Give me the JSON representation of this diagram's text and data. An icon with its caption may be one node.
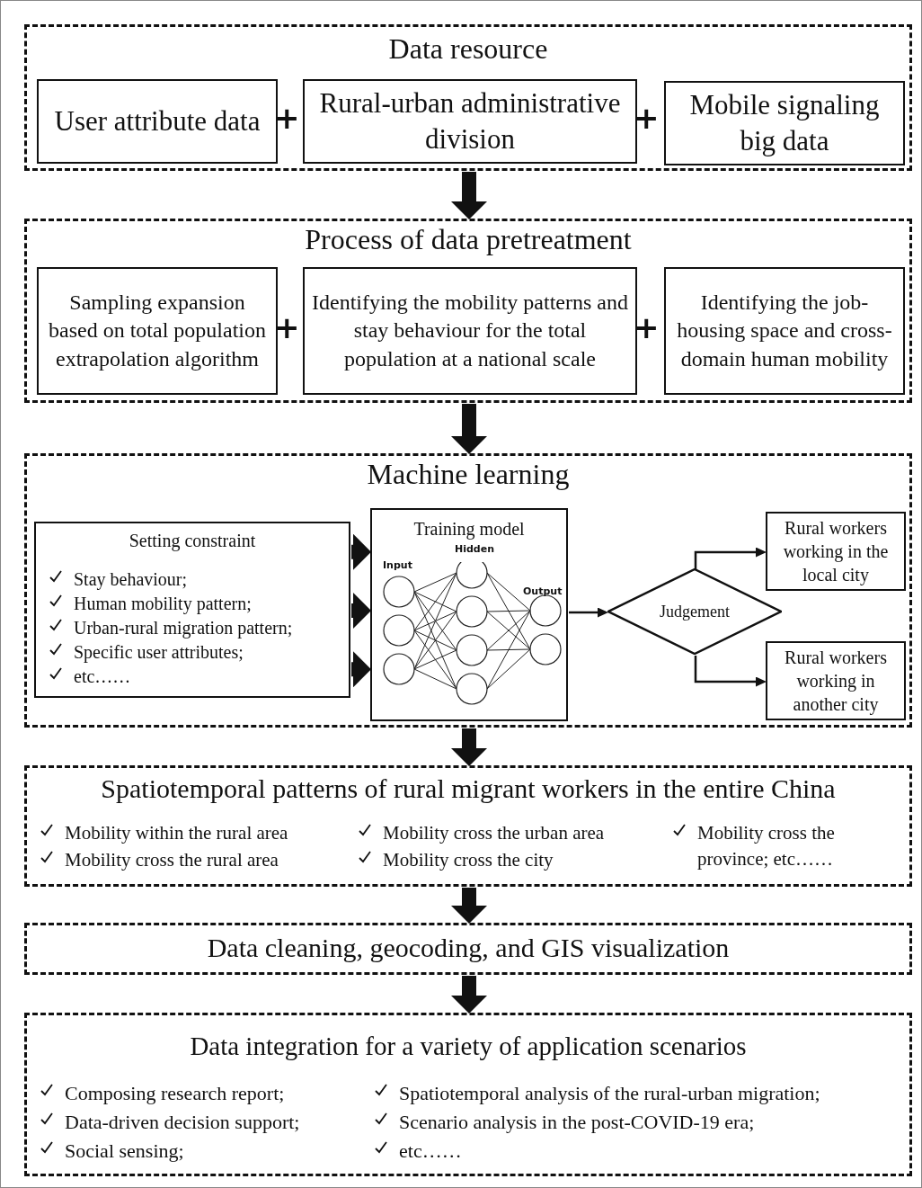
{
  "diagram": {
    "nodes": [
      {
        "text": [
          "Data resource"
        ]
      },
      {
        "text": [
          "User attribute data"
        ],
        "in": 0
      },
      {
        "text": [
          "Rural-urban administrative division"
        ],
        "in": 0
      },
      {
        "text": [
          "Mobile signaling big data"
        ],
        "in": 0
      },
      {
        "text": [
          "Process of data pretreatment"
        ]
      },
      {
        "text": [
          "Sampling expansion based on total population extrapolation algorithm"
        ],
        "in": 4
      },
      {
        "text": [
          "Identifying the mobility patterns and stay behaviour for the total population at a national scale"
        ],
        "in": 4
      },
      {
        "text": [
          "Identifying the job-housing space and cross-domain human mobility"
        ],
        "in": 4
      },
      {
        "text": [
          "Machine learning"
        ]
      },
      {
        "text": [
          "Setting constraint",
          "Stay behaviour;",
          "Human mobility pattern;",
          "Urban-rural migration pattern;",
          "Specific user attributes;",
          "etc……"
        ],
        "in": 8
      },
      {
        "text": [
          "Training model",
          "Input",
          "Hidden",
          "Output"
        ],
        "in": 8
      },
      {
        "text": [
          "Judgement"
        ],
        "in": 8
      },
      {
        "text": [
          "Rural workers working in the local city"
        ],
        "in": 8
      },
      {
        "text": [
          "Rural workers working in another city"
        ],
        "in": 8
      },
      {
        "text": [
          "Spatiotemporal patterns of rural migrant workers in the entire China",
          "Mobility within the rural area",
          "Mobility cross the rural area",
          "Mobility cross the urban area",
          "Mobility cross the city",
          "Mobility cross the province; etc……"
        ]
      },
      {
        "text": [
          "Data cleaning, geocoding, and GIS visualization"
        ]
      },
      {
        "text": [
          "Data integration for a variety of application scenarios",
          "Composing research report;",
          "Spatiotemporal analysis of the rural-urban migration;",
          "Data-driven decision support;",
          "Scenario analysis in the post-COVID-19 era;",
          "Social sensing;",
          "etc……"
        ]
      }
    ],
    "edges": [
      {
        "from": 0,
        "to": 4,
        "arrow": "to"
      },
      {
        "from": 4,
        "to": 8,
        "arrow": "to"
      },
      {
        "from": 9,
        "to": 10,
        "arrow": "to"
      },
      {
        "from": 9,
        "to": 10,
        "arrow": "to"
      },
      {
        "from": 9,
        "to": 10,
        "arrow": "to"
      },
      {
        "from": 10,
        "to": 11,
        "arrow": "to"
      },
      {
        "from": 11,
        "to": 12,
        "arrow": "to"
      },
      {
        "from": 11,
        "to": 13,
        "arrow": "to"
      },
      {
        "from": 8,
        "to": 14,
        "arrow": "to"
      },
      {
        "from": 14,
        "to": 15,
        "arrow": "to"
      },
      {
        "from": 15,
        "to": 16,
        "arrow": "to"
      }
    ],
    "labels": [
      "+",
      "+",
      "+",
      "+"
    ]
  }
}
